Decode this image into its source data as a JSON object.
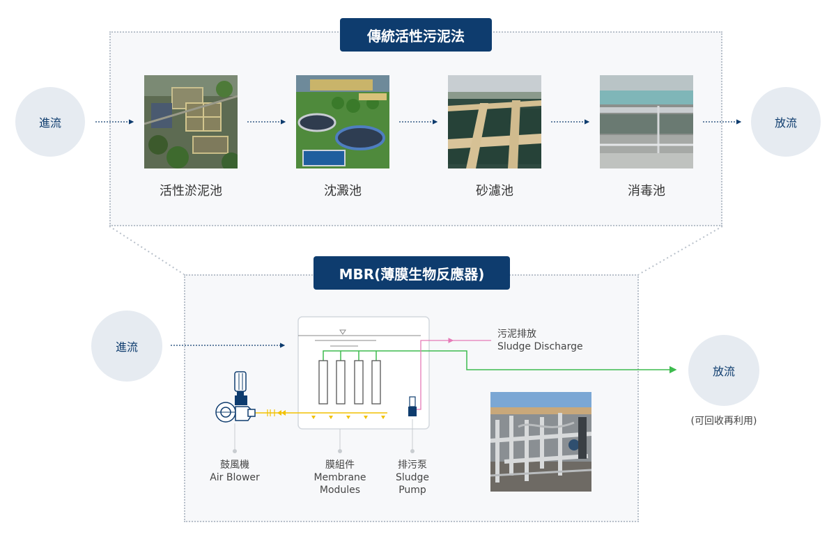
{
  "conventional": {
    "title": "傳統活性污泥法",
    "inflow": "進流",
    "outflow": "放流",
    "stages": [
      {
        "label": "活性淤泥池",
        "image": "aerial-treatment-plant-photo"
      },
      {
        "label": "沈澱池",
        "image": "clarifier-photo"
      },
      {
        "label": "砂濾池",
        "image": "sand-filter-photo"
      },
      {
        "label": "消毒池",
        "image": "disinfection-tank-photo"
      }
    ]
  },
  "mbr": {
    "title": "MBR(薄膜生物反應器)",
    "inflow": "進流",
    "outflow": "放流",
    "outflow_note": "(可回收再利用)",
    "sludge_discharge": {
      "zh": "污泥排放",
      "en": "Sludge Discharge"
    },
    "components": {
      "blower": {
        "zh": "鼓風機",
        "en": "Air Blower"
      },
      "membrane": {
        "zh": "膜組件",
        "en1": "Membrane",
        "en2": "Modules"
      },
      "pump": {
        "zh": "排污泵",
        "en1": "Sludge",
        "en2": "Pump"
      }
    },
    "photo": "mbr-plant-photo"
  },
  "colors": {
    "navy": "#0e3c6e",
    "circle_bg": "#e6ebf1",
    "panel_bg": "#f7f8fa",
    "air_line": "#f2c100",
    "sludge_line": "#e67ab8",
    "effluent_line": "#3dbb4e"
  }
}
